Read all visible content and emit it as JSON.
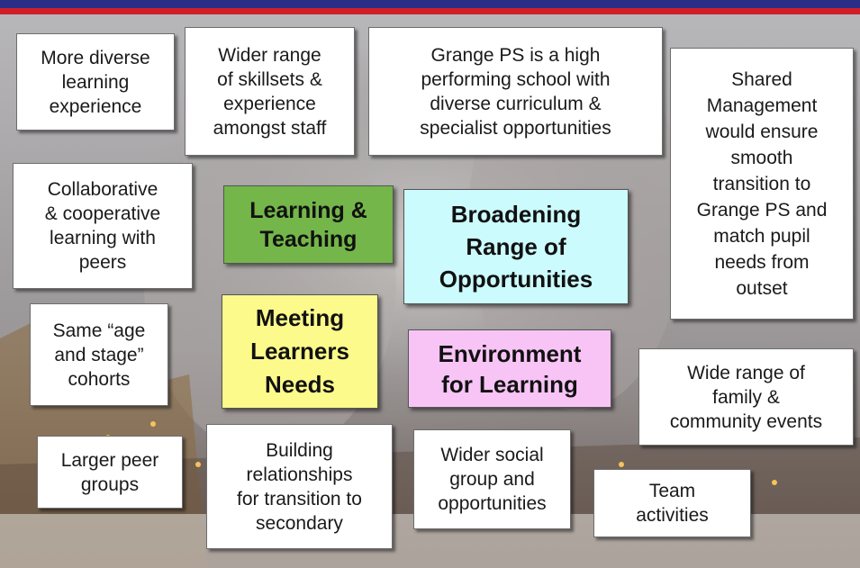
{
  "colors": {
    "top_bar_blue": "#2b2e86",
    "top_bar_red": "#d11f2a",
    "learning_teaching": "#74b64a",
    "broadening": "#ccfbfd",
    "meeting_needs": "#fdfa8c",
    "environment": "#f8c4f6"
  },
  "themes": {
    "learning_teaching": "Learning &\nTeaching",
    "broadening": "Broadening\nRange of\nOpportunities",
    "meeting_needs": "Meeting\nLearners\nNeeds",
    "environment": "Environment\nfor Learning"
  },
  "notes": {
    "diverse_learning": "More diverse\nlearning\nexperience",
    "wider_skillsets": "Wider range\nof skillsets &\nexperience\namongst staff",
    "grange_high": "Grange PS is a high\nperforming school with\ndiverse curriculum &\nspecialist opportunities",
    "shared_management": "Shared\nManagement\nwould ensure\nsmooth\ntransition to\nGrange PS and\nmatch pupil\nneeds from\noutset",
    "collaborative": "Collaborative\n& cooperative\nlearning with\npeers",
    "same_age": "Same “age\nand stage”\ncohorts",
    "family_events": "Wide range of\nfamily &\ncommunity events",
    "larger_peer": "Larger peer\ngroups",
    "building_relationships": "Building\nrelationships\nfor transition to\nsecondary",
    "wider_social": "Wider social\ngroup and\nopportunities",
    "team_activities": "Team\nactivities"
  }
}
